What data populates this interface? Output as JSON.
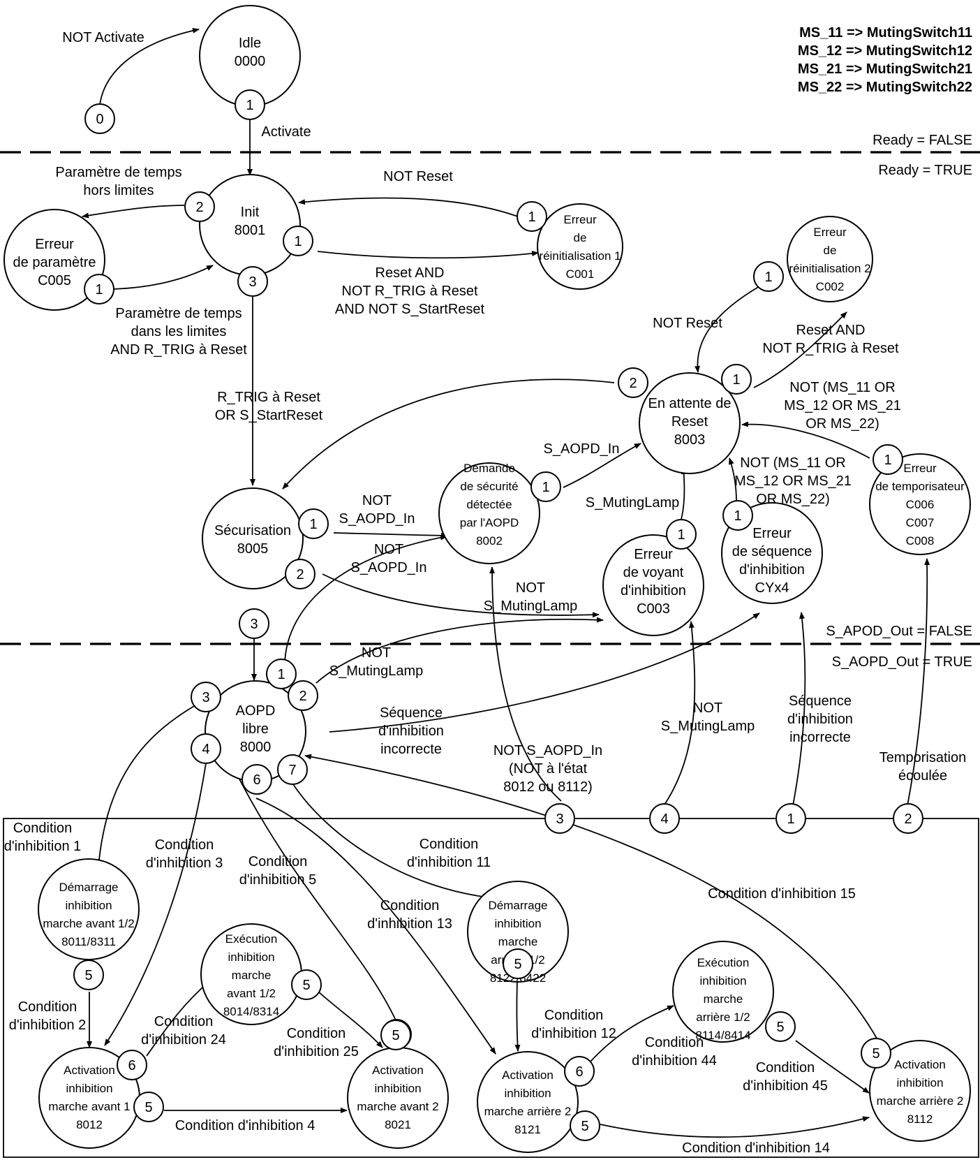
{
  "legend": [
    "MS_11 => MutingSwitch11",
    "MS_12 => MutingSwitch12",
    "MS_21 => MutingSwitch21",
    "MS_22 => MutingSwitch22"
  ],
  "zones": {
    "ready_false": "Ready = FALSE",
    "ready_true": "Ready = TRUE",
    "aopd_out_false": "S_APOD_Out = FALSE",
    "aopd_out_true": "S_AOPD_Out = TRUE"
  },
  "states": [
    {
      "id": "idle",
      "lines": [
        "Idle",
        "0000"
      ]
    },
    {
      "id": "init",
      "lines": [
        "Init",
        "8001"
      ]
    },
    {
      "id": "erreur_param",
      "lines": [
        "Erreur",
        "de paramètre",
        "C005"
      ]
    },
    {
      "id": "erreur_reinit1",
      "lines": [
        "Erreur",
        "de",
        "réinitialisation 1",
        "C001"
      ]
    },
    {
      "id": "erreur_reinit2",
      "lines": [
        "Erreur",
        "de",
        "réinitialisation 2",
        "C002"
      ]
    },
    {
      "id": "attente_reset",
      "lines": [
        "En attente de",
        "Reset",
        "8003"
      ]
    },
    {
      "id": "securisation",
      "lines": [
        "Sécurisation",
        "8005"
      ]
    },
    {
      "id": "demande_securite",
      "lines": [
        "Demande",
        "de sécurité",
        "détectée",
        "par l'AOPD",
        "8002"
      ]
    },
    {
      "id": "erreur_voyant",
      "lines": [
        "Erreur",
        "de voyant",
        "d'inhibition",
        "C003"
      ]
    },
    {
      "id": "erreur_sequence",
      "lines": [
        "Erreur",
        "de séquence",
        "d'inhibition",
        "CYx4"
      ]
    },
    {
      "id": "erreur_tempo",
      "lines": [
        "Erreur",
        "de temporisateur",
        "C006",
        "C007",
        "C008"
      ]
    },
    {
      "id": "aopd_libre",
      "lines": [
        "AOPD",
        "libre",
        "8000"
      ]
    },
    {
      "id": "demarrage_avant",
      "lines": [
        "Démarrage",
        "inhibition",
        "marche avant 1/2",
        "8011/8311"
      ]
    },
    {
      "id": "execution_avant",
      "lines": [
        "Exécution",
        "inhibition",
        "marche",
        "avant 1/2",
        "8014/8314"
      ]
    },
    {
      "id": "activation_avant1",
      "lines": [
        "Activation",
        "inhibition",
        "marche avant 1",
        "8012"
      ]
    },
    {
      "id": "activation_avant2",
      "lines": [
        "Activation",
        "inhibition",
        "marche avant 2",
        "8021"
      ]
    },
    {
      "id": "demarrage_arriere",
      "lines": [
        "Démarrage",
        "inhibition",
        "marche",
        "arrière 1/2",
        "8122/8422"
      ]
    },
    {
      "id": "execution_arriere",
      "lines": [
        "Exécution",
        "inhibition",
        "marche",
        "arrière 1/2",
        "8114/8414"
      ]
    },
    {
      "id": "activation_arriere2",
      "lines": [
        "Activation",
        "inhibition",
        "marche arrière 2",
        "8121"
      ]
    },
    {
      "id": "activation_arriere2b",
      "lines": [
        "Activation",
        "inhibition",
        "marche arrière 2",
        "8112"
      ]
    }
  ],
  "ports": [
    "0",
    "1",
    "1",
    "2",
    "1",
    "3",
    "1",
    "1",
    "1",
    "2",
    "1",
    "1",
    "1",
    "1",
    "1",
    "2",
    "3",
    "1",
    "2",
    "3",
    "4",
    "6",
    "7",
    "5",
    "3",
    "4",
    "1",
    "2",
    "5",
    "5",
    "6",
    "5",
    "5",
    "5",
    "6",
    "5",
    "5",
    "5"
  ],
  "transitions": [
    "NOT Activate",
    "Activate",
    [
      "Paramètre de temps",
      "hors limites"
    ],
    "NOT Reset",
    [
      "Reset AND",
      "NOT R_TRIG à Reset",
      "AND NOT S_StartReset"
    ],
    [
      "Paramètre de temps",
      "dans les limites",
      "AND R_TRIG à Reset"
    ],
    [
      "R_TRIG à Reset",
      "OR S_StartReset"
    ],
    "NOT Reset",
    [
      "Reset AND",
      "NOT R_TRIG à Reset"
    ],
    [
      "NOT (MS_11 OR",
      "MS_12 OR MS_21",
      "OR MS_22)"
    ],
    "S_AOPD_In",
    "S_MutingLamp",
    [
      "NOT (MS_11 OR",
      "MS_12 OR MS_21",
      "OR MS_22)"
    ],
    [
      "NOT",
      "S_AOPD_In"
    ],
    [
      "NOT",
      "S_AOPD_In"
    ],
    [
      "NOT",
      "S_MutingLamp"
    ],
    [
      "NOT",
      "S_MutingLamp"
    ],
    [
      "Séquence",
      "d'inhibition",
      "incorrecte"
    ],
    [
      "NOT S_AOPD_In",
      "(NOT à l'état",
      "8012 ou 8112)"
    ],
    [
      "NOT",
      "S_MutingLamp"
    ],
    [
      "Séquence",
      "d'inhibition",
      "incorrecte"
    ],
    [
      "Temporisation",
      "écoulée"
    ],
    [
      "Condition",
      "d'inhibition 1"
    ],
    [
      "Condition",
      "d'inhibition 3"
    ],
    [
      "Condition",
      "d'inhibition 5"
    ],
    [
      "Condition",
      "d'inhibition 11"
    ],
    [
      "Condition",
      "d'inhibition 13"
    ],
    "Condition d'inhibition 15",
    [
      "Condition",
      "d'inhibition 2"
    ],
    [
      "Condition",
      "d'inhibition 24"
    ],
    [
      "Condition",
      "d'inhibition 25"
    ],
    "Condition d'inhibition 4",
    [
      "Condition",
      "d'inhibition 12"
    ],
    [
      "Condition",
      "d'inhibition 44"
    ],
    [
      "Condition",
      "d'inhibition 45"
    ],
    "Condition d'inhibition 14"
  ]
}
